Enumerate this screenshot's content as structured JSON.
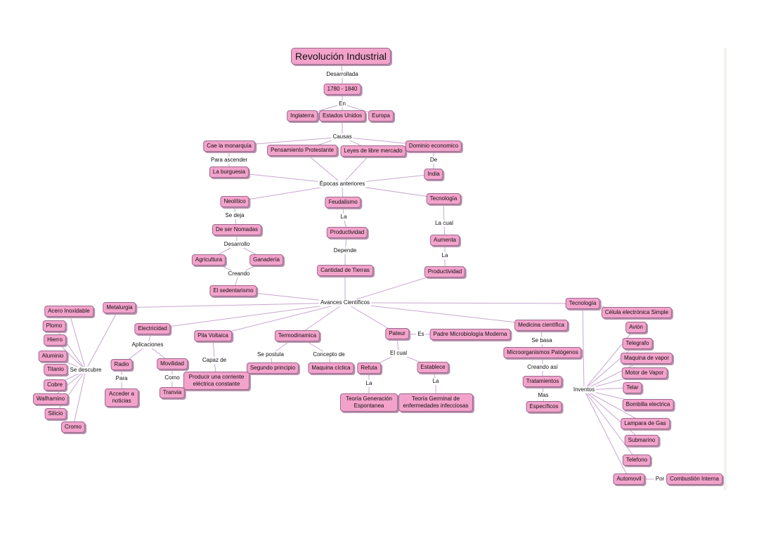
{
  "map": {
    "title": "Revolución Industrial",
    "desarrollada": "Desarrollada",
    "periodo": "1780 - 1840",
    "en": "En",
    "inglaterra": "Inglaterra",
    "estados_unidos": "Estados Unidos",
    "europa": "Europa",
    "causas": "Causas",
    "cae_monarquia": "Cae la monarquía",
    "pensamiento_protestante": "Pensamiento Protestante",
    "leyes_libre_mercado": "Leyes de libre mercado",
    "dominio_economico": "Dominio economico",
    "para_ascender": "Para ascender",
    "de": "De",
    "la_burguesia": "La burguesia",
    "india": "India",
    "epocas_anteriores": "Épocas anteriores",
    "neolitico": "Neolítico",
    "feudalismo": "Feudalismo",
    "tecnologia": "Tecnología",
    "se_deja": "Se deja",
    "la_feud": "La",
    "la_cual": "La cual",
    "de_ser_nomadas": "De ser Nomadas",
    "productividad_1": "Productividad",
    "aumenta": "Aumenta",
    "desarrollo": "Desarrollo",
    "depende": "Depende",
    "la_aumenta": "La",
    "agricultura": "Agricultura",
    "ganaderia": "Ganadería",
    "cantidad_tierras": "Cantidad de Tierras",
    "productividad_2": "Productividad",
    "creando": "Creando",
    "el_sedentarismo": "El sedentarismo",
    "avances_cientificos": "Avances Científicos",
    "metalurgia": "Metalurgia",
    "acero_inoxidable": "Acero Inoxidable",
    "plomo": "Plomo",
    "hierro": "Hierro",
    "aluminio": "Aluminio",
    "titanio": "Titanio",
    "cobre": "Cobre",
    "walframino": "Walframino",
    "silicio": "Silicio",
    "cromo": "Cromo",
    "se_descubre": "Se descubre",
    "electricidad": "Electricidad",
    "aplicaciones": "Aplicaciones",
    "radio": "Radio",
    "movilidad": "Movilidad",
    "para": "Para",
    "como": "Como",
    "acceder_noticias": "Acceder a noticias",
    "tranvia": "Tranvia",
    "pila_voltaica": "Pila Voltaica",
    "capaz_de": "Capaz de",
    "producir_corriente": "Producir una corriente eléctrica constante",
    "termodinamica": "Termodinamica",
    "se_postula": "Se postula",
    "concepto_de": "Concepto de",
    "segundo_principio": "Segundo principio",
    "maquina_ciclica": "Maquina cíclica",
    "pasteur": "Pateur",
    "es": "Es",
    "padre_microbiologia": "Padre Microbiología Moderna",
    "el_cual": "El cual",
    "refuta": "Refuta",
    "establece": "Establece",
    "la_refuta": "La",
    "la_establece": "La",
    "teoria_generacion": "Teoría Generación Espontanea",
    "teoria_germinal": "Teoría Germinal de enfermedades infecciosas",
    "medicina_cientifica": "Medicina científica",
    "se_basa": "Se basa",
    "microorganismos": "Microorganismos Patógenos",
    "creando_asi": "Creando así",
    "tratamientos": "Tratamientos",
    "mas": "Mas",
    "especificos": "Específicos",
    "tecnologia_2": "Tecnología",
    "celula_electronica": "Célula electrónica Simple",
    "inventos": "Inventos",
    "avion": "Avión",
    "telegrafo": "Telegrafo",
    "maquina_vapor": "Maquina de vapor",
    "motor_vapor": "Motor de Vapor",
    "telar": "Telar",
    "bombilla": "Bombilla electrica",
    "lampara_gas": "Lampara de Gas",
    "submarino": "Submarino",
    "telefono": "Telefono",
    "automovil": "Automovil",
    "por": "Por",
    "combustion": "Combustión Interna"
  },
  "colors": {
    "node_fill": "#f3a3cb",
    "node_border": "#9b6a8e",
    "link": "#c8a6cf"
  }
}
